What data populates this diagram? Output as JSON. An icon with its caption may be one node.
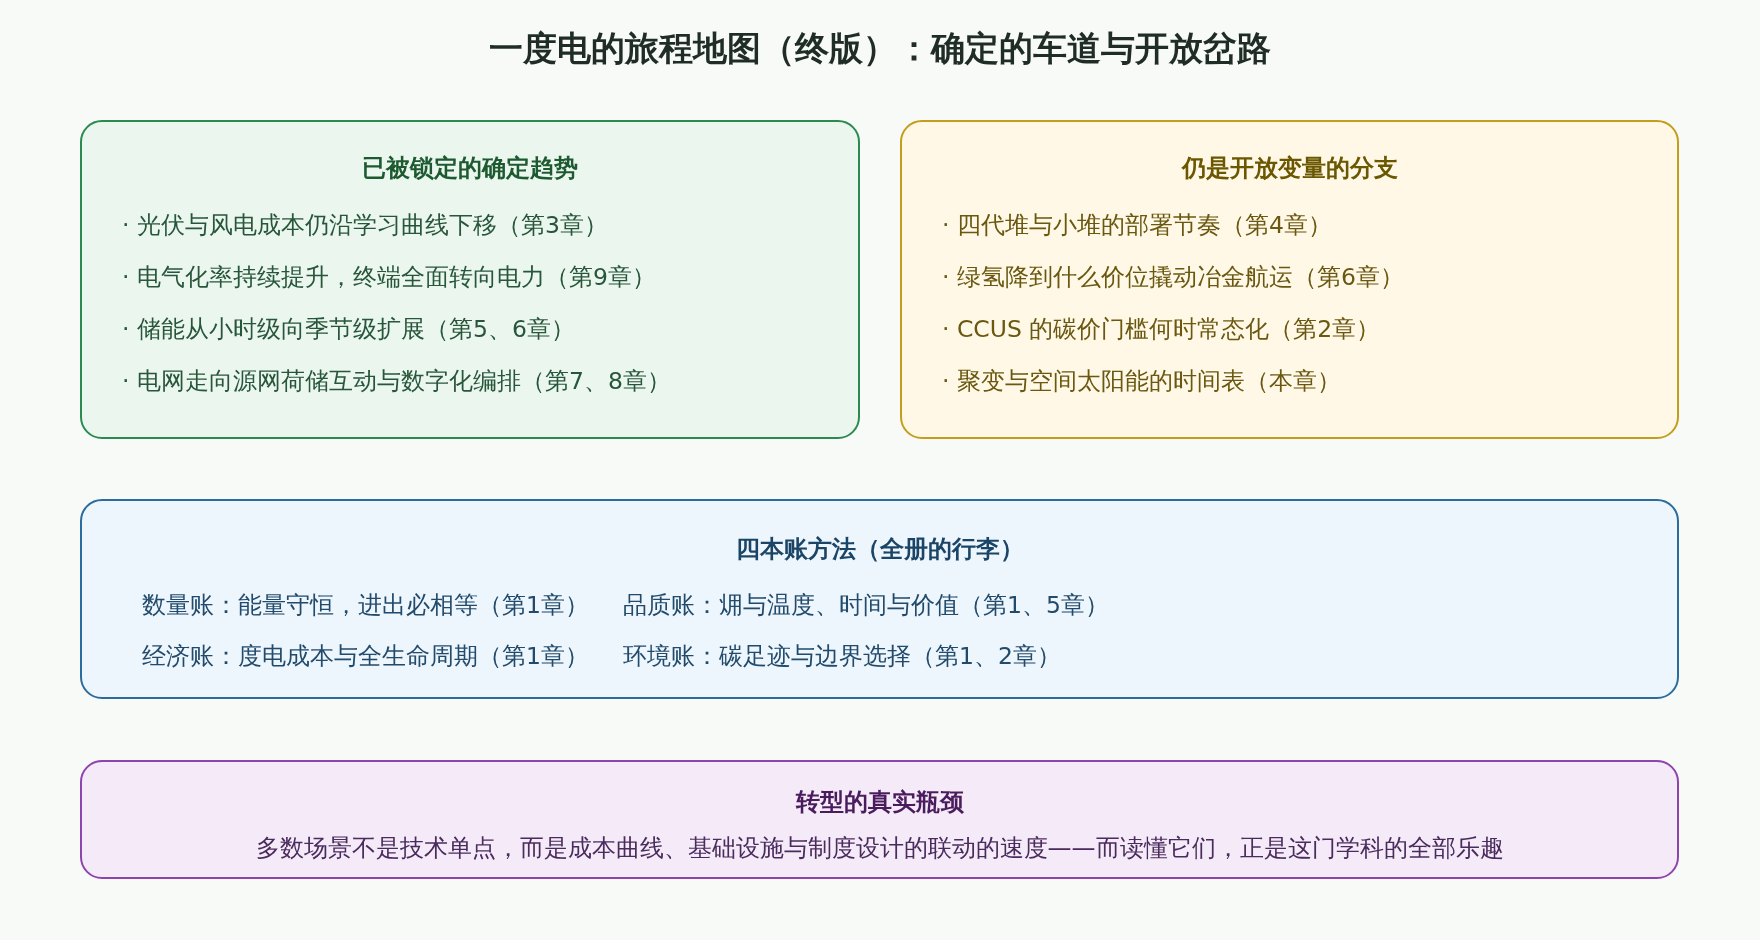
{
  "diagram": {
    "title": "一度电的旅程地图（终版）：确定的车道与开放岔路",
    "nodes": [
      {
        "text": [
          "已被锁定的确定趋势",
          "· 光伏与风电成本仍沿学习曲线下移（第3章）",
          "· 电气化率持续提升，终端全面转向电力（第9章）",
          "· 储能从小时级向季节级扩展（第5、6章）",
          "· 电网走向源网荷储互动与数字化编排（第7、8章）"
        ]
      },
      {
        "text": [
          "仍是开放变量的分支",
          "· 四代堆与小堆的部署节奏（第4章）",
          "· 绿氢降到什么价位撬动冶金航运（第6章）",
          "· CCUS 的碳价门槛何时常态化（第2章）",
          "· 聚变与空间太阳能的时间表（本章）"
        ]
      },
      {
        "text": [
          "四本账方法（全册的行李）",
          "数量账：能量守恒，进出必相等（第1章）",
          "品质账：㶲与温度、时间与价值（第1、5章）",
          "经济账：度电成本与全生命周期（第1章）",
          "环境账：碳足迹与边界选择（第1、2章）"
        ]
      },
      {
        "text": [
          "转型的真实瓶颈",
          "多数场景不是技术单点，而是成本曲线、基础设施与制度设计的联动的速度——而读懂它们，正是这门学科的全部乐趣"
        ]
      }
    ]
  }
}
